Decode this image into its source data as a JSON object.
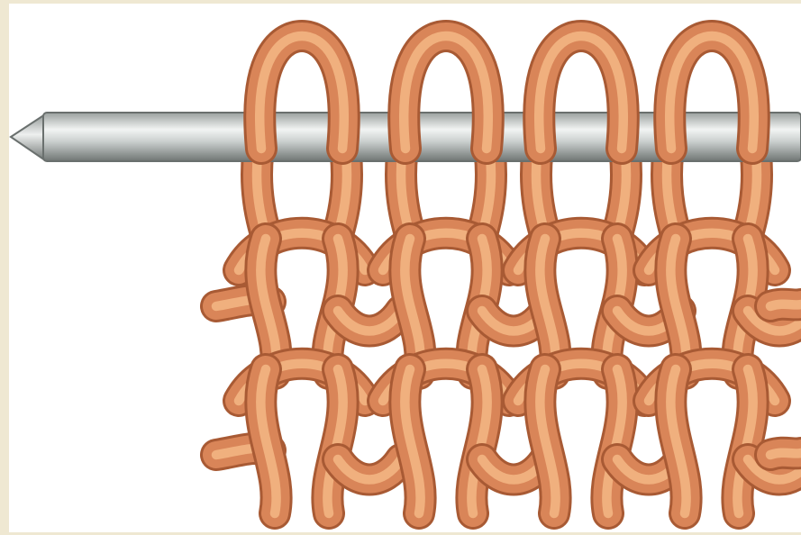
{
  "illustration": {
    "subject": "knitting-needle-with-stitches",
    "loops_on_needle": 4,
    "rows_below_needle": 2,
    "colors": {
      "background": "#ffffff",
      "border": "#efe8d2",
      "yarn_main": "#d98558",
      "yarn_shadow": "#a85a34",
      "yarn_highlight": "#f0b07e",
      "needle_light": "#e9ecec",
      "needle_dark": "#7f8684"
    }
  }
}
